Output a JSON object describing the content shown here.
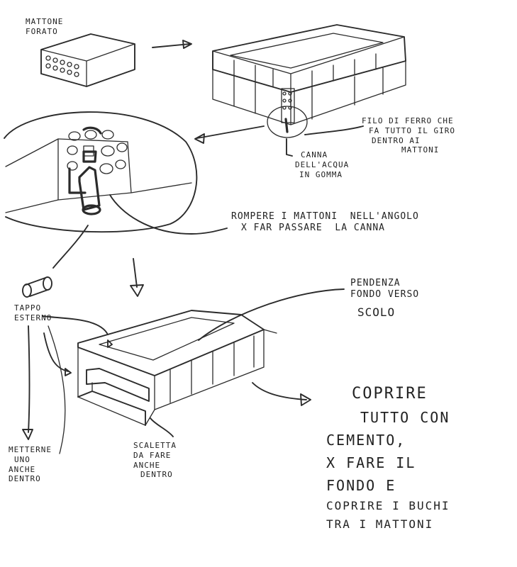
{
  "labels": {
    "brick": [
      "MATTONE",
      "FORATO"
    ],
    "wire": [
      "FILO DI FERRO CHE",
      "FA TUTTO IL GIRO",
      "DENTRO AI",
      "MATTONI"
    ],
    "pipe": [
      "CANNA",
      "DELL'ACQUA",
      "IN GOMMA"
    ],
    "break_bricks": [
      "ROMPERE I MATTONI  NELL'ANGOLO",
      "X FAR PASSARE  LA CANNA"
    ],
    "slope": [
      "PENDENZA",
      "FONDO VERSO",
      "SCOLO"
    ],
    "cap": [
      "TAPPO",
      "ESTERNO"
    ],
    "inside": [
      "METTERNE",
      "UNO",
      "ANCHE",
      "DENTRO"
    ],
    "steps": [
      "SCALETTA",
      "DA FARE",
      "ANCHE",
      "DENTRO"
    ],
    "cement": [
      "COPRIRE",
      "TUTTO CON",
      "CEMENTO,",
      "X FARE IL",
      "FONDO E",
      "COPRIRE I BUCHI",
      "TRA I MATTONI"
    ]
  }
}
